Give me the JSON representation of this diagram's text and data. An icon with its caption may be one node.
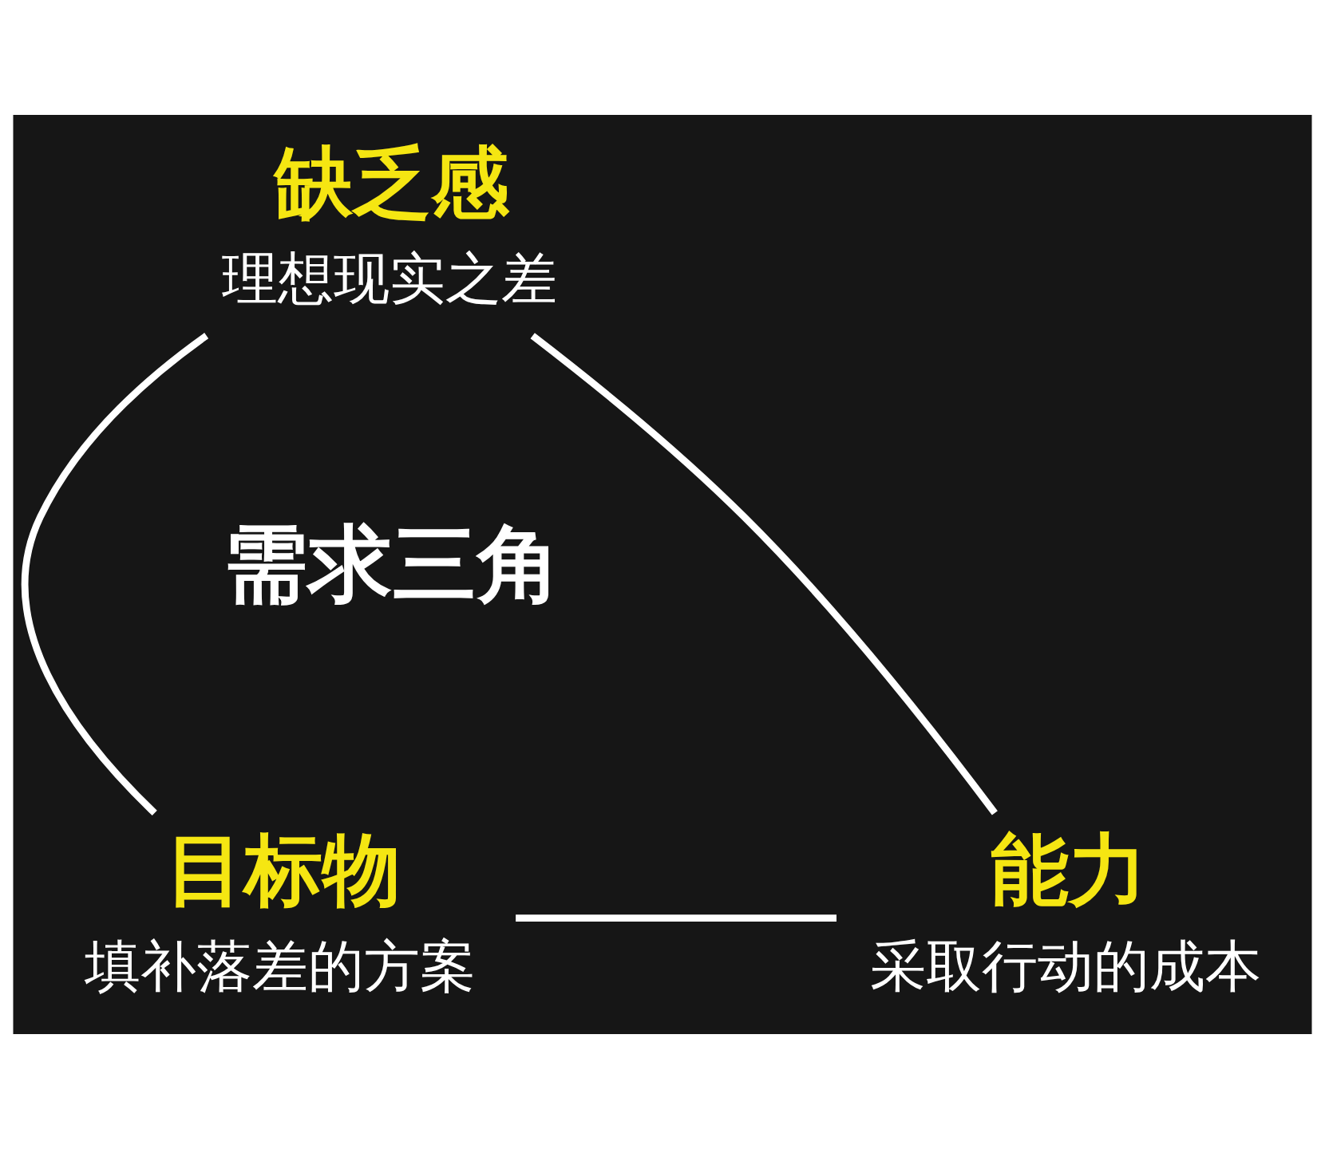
{
  "diagram": {
    "nodes": [
      {
        "text": [
          "缺乏感",
          "理想现实之差"
        ]
      },
      {
        "text": [
          "目标物",
          "填补落差的方案"
        ]
      },
      {
        "text": [
          "能力",
          "采取行动的成本"
        ]
      }
    ],
    "edges": [
      {
        "from": 0,
        "to": 1,
        "arrow": "none"
      },
      {
        "from": 1,
        "to": 2,
        "arrow": "none"
      },
      {
        "from": 2,
        "to": 0,
        "arrow": "none"
      }
    ],
    "labels": [
      "需求三角"
    ]
  }
}
